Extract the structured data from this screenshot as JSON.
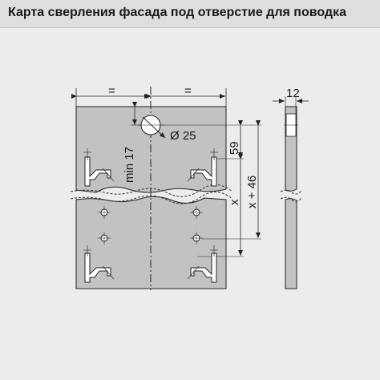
{
  "title": "Карта сверления фасада под отверстие для поводка",
  "labels": {
    "equal_left": "=",
    "equal_right": "=",
    "diameter": "Ø 25",
    "min_dim": "min 17",
    "dim_59": "59",
    "dim_x": "x",
    "dim_x46": "x + 46",
    "dim_12": "12"
  },
  "colors": {
    "panel": "#c2c2c2",
    "line": "#222222",
    "background": "#ececec"
  }
}
